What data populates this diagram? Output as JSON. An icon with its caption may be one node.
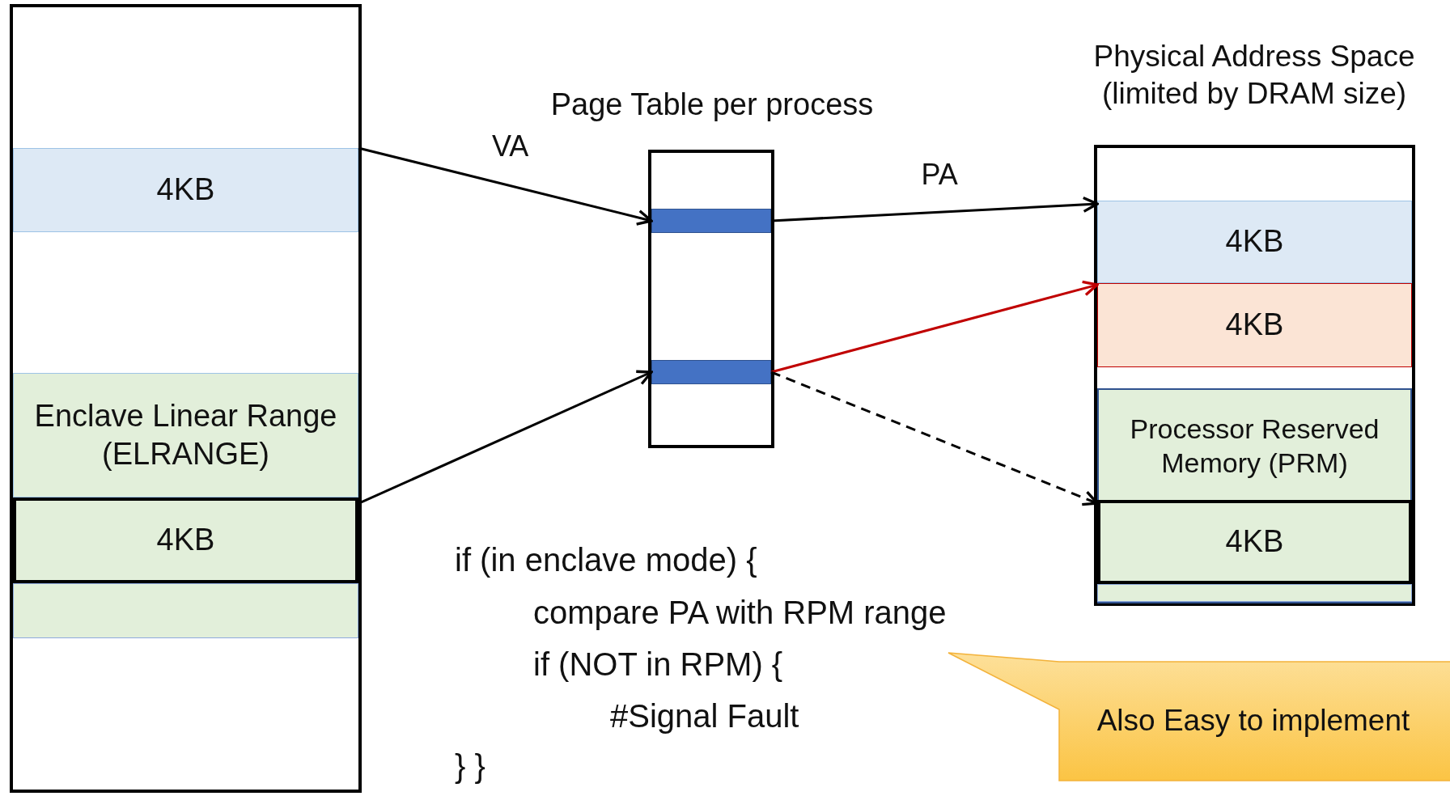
{
  "diagram": {
    "nodes": [
      {
        "text": [],
        "shape": "box"
      },
      {
        "text": [
          "4KB"
        ],
        "in": 0
      },
      {
        "text": [
          "Enclave Linear Range (ELRANGE)"
        ],
        "in": 0
      },
      {
        "text": [
          "4KB"
        ],
        "in": 0
      },
      {
        "text": [],
        "shape": "bar",
        "in": 0
      },
      {
        "text": [
          "Page Table per process"
        ]
      },
      {
        "text": [],
        "shape": "bar",
        "in": 5
      },
      {
        "text": [],
        "shape": "bar",
        "in": 5
      },
      {
        "text": [
          "Physical Address Space (limited by DRAM size)"
        ]
      },
      {
        "text": [
          "4KB"
        ],
        "in": 8
      },
      {
        "text": [
          "4KB"
        ],
        "in": 8
      },
      {
        "text": [
          "Processor Reserved Memory (PRM)"
        ],
        "in": 8
      },
      {
        "text": [
          "4KB"
        ],
        "in": 11
      },
      {
        "text": [],
        "shape": "bar",
        "in": 11
      },
      {
        "text": [
          "Also Easy to implement"
        ]
      }
    ],
    "edges": [
      {
        "from": 1,
        "to": 6,
        "arrow": "to",
        "label": "VA"
      },
      {
        "from": 6,
        "to": 9,
        "arrow": "to",
        "label": "PA"
      },
      {
        "from": 3,
        "to": 7,
        "arrow": "to"
      },
      {
        "from": 7,
        "to": 10,
        "arrow": "to",
        "color": "#c00000"
      },
      {
        "from": 7,
        "to": 12,
        "arrow": "to",
        "style": "dashed"
      }
    ],
    "labels": [
      "if (in enclave mode) {",
      "compare PA with RPM range",
      "if (NOT in RPM) {",
      "#Signal Fault",
      "} }"
    ]
  }
}
